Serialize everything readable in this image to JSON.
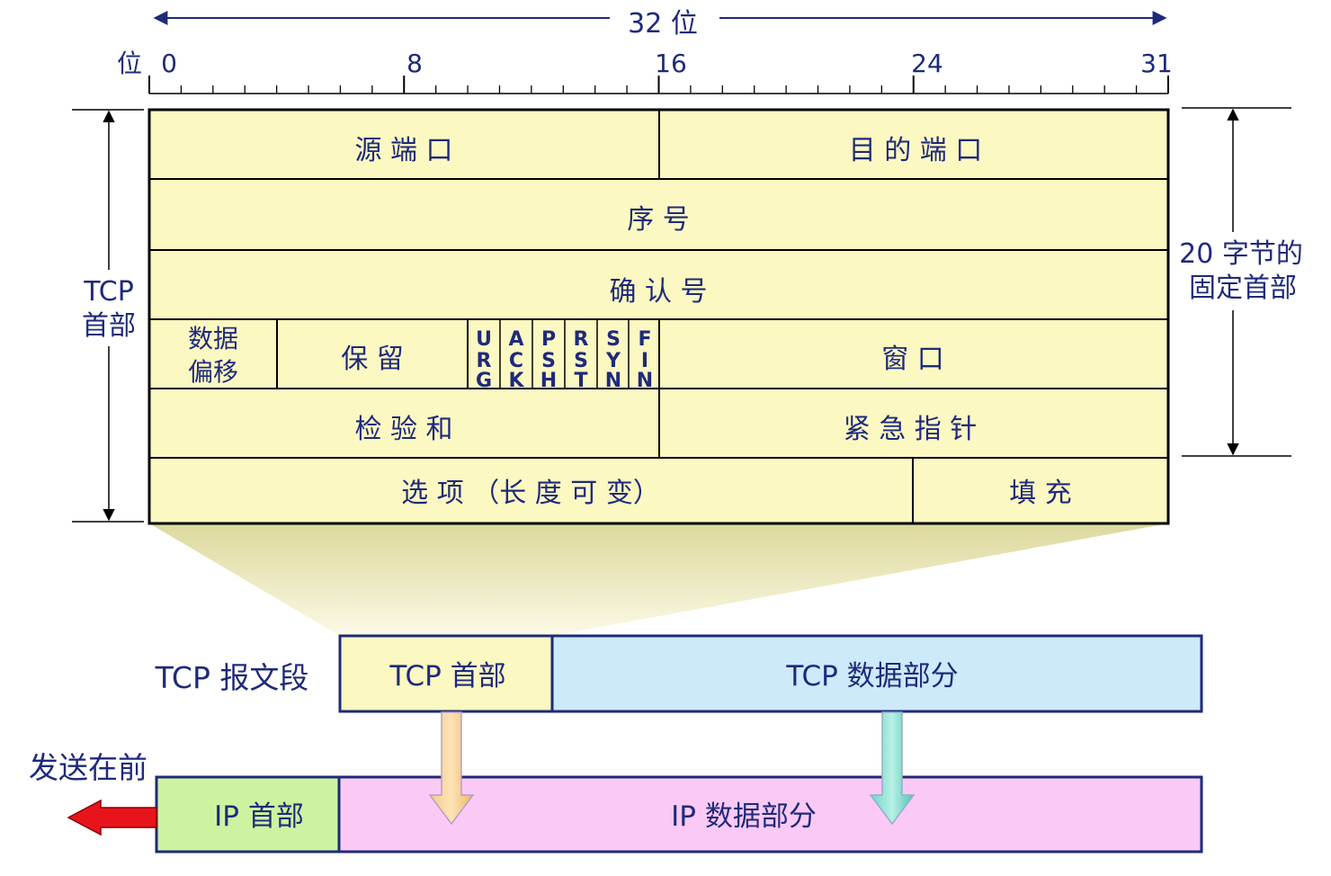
{
  "bits_label": "32 位",
  "bit_axis_label": "位",
  "bit_ticks": [
    "0",
    "8",
    "16",
    "24",
    "31"
  ],
  "left_label": [
    "TCP",
    "首部"
  ],
  "right_label": [
    "20 字节的",
    "固定首部"
  ],
  "header_fields": {
    "src_port": "源 端 口",
    "dst_port": "目 的 端 口",
    "seq": "序 号",
    "ack_num": "确 认 号",
    "data_offset": [
      "数据",
      "偏移"
    ],
    "reserved": "保 留",
    "flags": [
      {
        "name": "URG",
        "letters": [
          "U",
          "R",
          "G"
        ]
      },
      {
        "name": "ACK",
        "letters": [
          "A",
          "C",
          "K"
        ]
      },
      {
        "name": "PSH",
        "letters": [
          "P",
          "S",
          "H"
        ]
      },
      {
        "name": "RST",
        "letters": [
          "R",
          "S",
          "T"
        ]
      },
      {
        "name": "SYN",
        "letters": [
          "S",
          "Y",
          "N"
        ]
      },
      {
        "name": "FIN",
        "letters": [
          "F",
          "I",
          "N"
        ]
      }
    ],
    "window": "窗 口",
    "checksum": "检 验 和",
    "urgent_ptr": "紧 急 指 针",
    "options": "选 项 （长 度 可 变）",
    "padding": "填 充"
  },
  "segment": {
    "label": "TCP 报文段",
    "header": "TCP 首部",
    "data": "TCP 数据部分"
  },
  "ip": {
    "send_first": "发送在前",
    "header": "IP 首部",
    "data": "IP 数据部分"
  },
  "colors": {
    "header_fill": "#fbf8c2",
    "tcp_data_fill": "#cdeafb",
    "ip_header_fill": "#cdf3a0",
    "ip_data_fill": "#fbc9f5",
    "text": "#1f2a7a",
    "arrow_red": "#e8141c"
  }
}
